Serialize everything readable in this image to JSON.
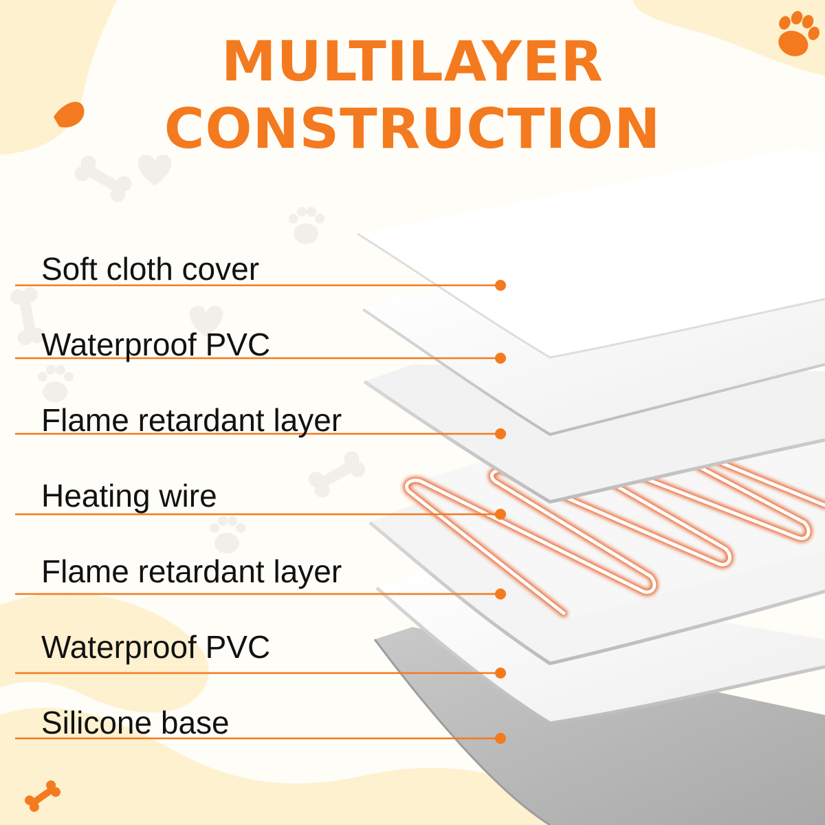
{
  "title": {
    "line1": "MULTILAYER",
    "line2": "CONSTRUCTION"
  },
  "layers": [
    {
      "label": "Soft cloth cover"
    },
    {
      "label": "Waterproof PVC"
    },
    {
      "label": "Flame retardant layer"
    },
    {
      "label": "Heating wire"
    },
    {
      "label": "Flame retardant layer"
    },
    {
      "label": "Waterproof PVC"
    },
    {
      "label": "Silicone base"
    }
  ],
  "decor": {
    "icons": [
      "paw-icon",
      "bone-icon",
      "heart-icon"
    ]
  },
  "colors": {
    "accent": "#f47a1f",
    "blob": "#fdf1cf",
    "wire": "#e8622a",
    "layer_white": "#ffffff",
    "layer_grey": "#e6e6e6",
    "base_grey": "#bdbdbd"
  }
}
